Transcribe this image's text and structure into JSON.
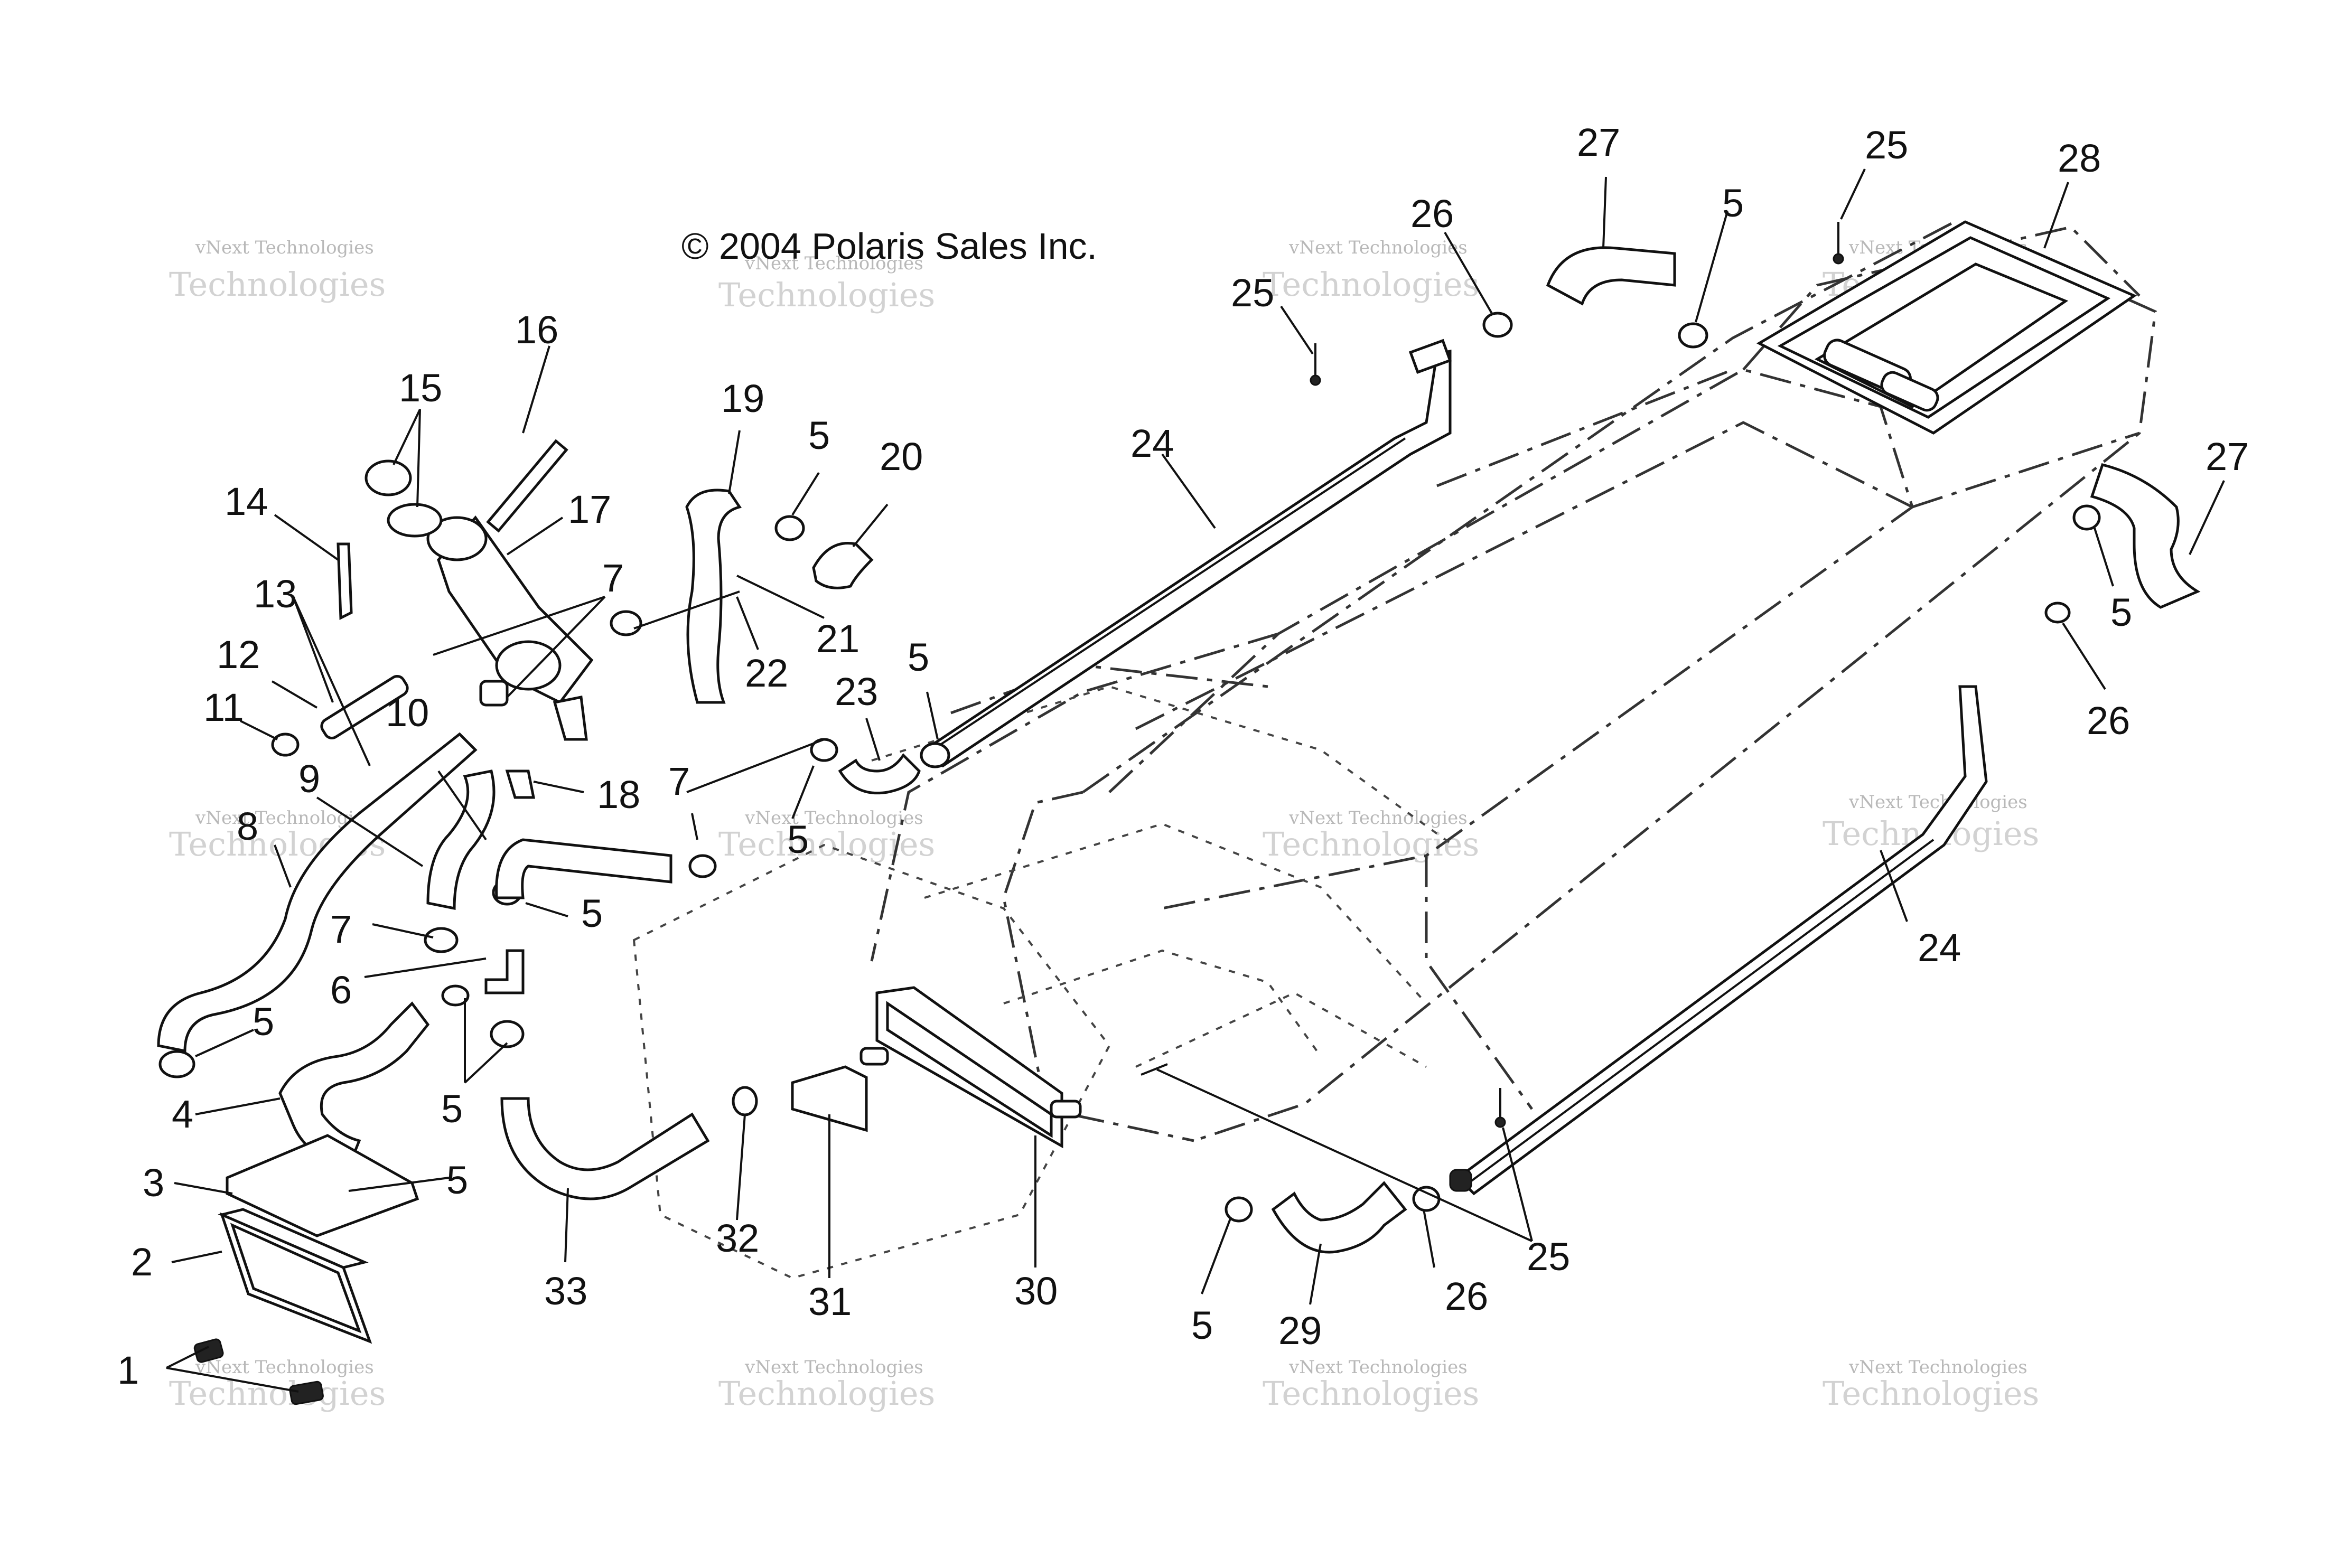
{
  "copyright": "© 2004 Polaris Sales Inc.",
  "watermark": {
    "line1": "vNext Technologies",
    "line2": "Technologies"
  },
  "callouts": {
    "c1": "1",
    "c2": "2",
    "c3": "3",
    "c4": "4",
    "c5a": "5",
    "c5b": "5",
    "c5c": "5",
    "c5d": "5",
    "c5e": "5",
    "c5f": "5",
    "c5g": "5",
    "c5h": "5",
    "c5i": "5",
    "c5j": "5",
    "c6": "6",
    "c7a": "7",
    "c7b": "7",
    "c7c": "7",
    "c8": "8",
    "c9": "9",
    "c10": "10",
    "c11": "11",
    "c12": "12",
    "c13": "13",
    "c14": "14",
    "c15": "15",
    "c16": "16",
    "c17": "17",
    "c18": "18",
    "c19": "19",
    "c20": "20",
    "c21": "21",
    "c22": "22",
    "c23": "23",
    "c24a": "24",
    "c24b": "24",
    "c25a": "25",
    "c25b": "25",
    "c25c": "25",
    "c26a": "26",
    "c26b": "26",
    "c26c": "26",
    "c27a": "27",
    "c27b": "27",
    "c28": "28",
    "c29": "29",
    "c30": "30",
    "c31": "31",
    "c32": "32",
    "c33": "33"
  }
}
